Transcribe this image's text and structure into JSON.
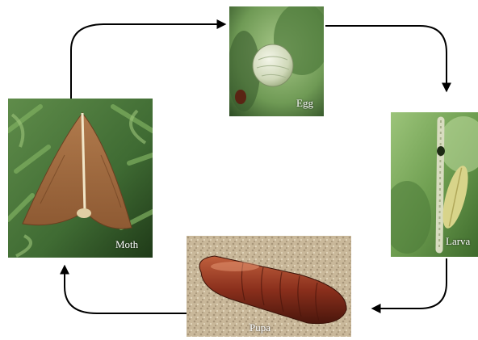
{
  "stages": {
    "egg": {
      "label": "Egg"
    },
    "larva": {
      "label": "Larva"
    },
    "pupa": {
      "label": "Pupa"
    },
    "moth": {
      "label": "Moth"
    }
  },
  "colors": {
    "arrow": "#000000",
    "caption": "#ffffff",
    "egg_bg": "#6f9a55",
    "larva_bg": "#7fae62",
    "pupa_bg": "#c9b89a",
    "pupa_body": "#8a2f1c",
    "moth_bg": "#3f6b33",
    "moth_wing": "#a06a3f"
  },
  "icons": {
    "egg": "egg-photo",
    "larva": "larva-photo",
    "pupa": "pupa-photo",
    "moth": "moth-photo"
  }
}
